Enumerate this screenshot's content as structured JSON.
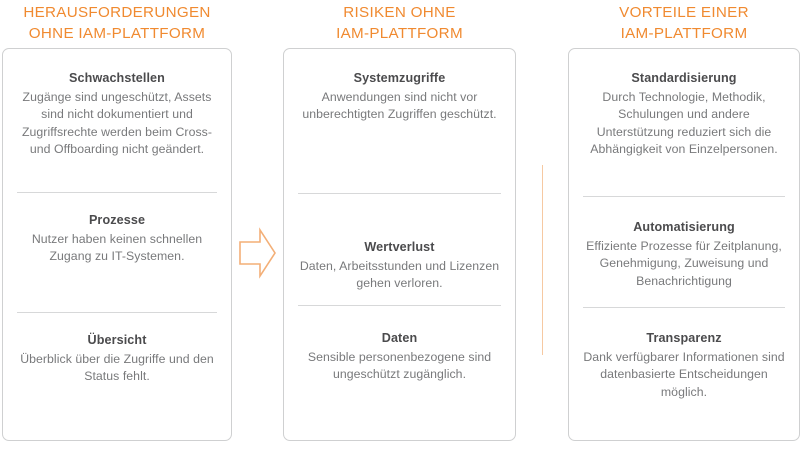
{
  "accent_color": "#F08A30",
  "connector_color": "#F6C9A2",
  "card_border_color": "#CFD0D1",
  "title_color": "#4B4B4D",
  "body_color": "#78797B",
  "columns": [
    {
      "id": "challenges",
      "heading_lines": [
        "HERAUSFORDERUNGEN",
        "OHNE IAM-PLATTFORM"
      ],
      "sections": [
        {
          "title": "Schwachstellen",
          "body": "Zugänge sind ungeschützt, Assets sind nicht dokumentiert und Zugriffsrechte werden beim Cross- und Offboarding nicht geändert."
        },
        {
          "title": "Prozesse",
          "body": "Nutzer haben keinen schnellen Zugang zu IT-Systemen."
        },
        {
          "title": "Übersicht",
          "body": "Überblick über die Zugriffe und den Status fehlt."
        }
      ]
    },
    {
      "id": "risks",
      "heading_lines": [
        "RISIKEN OHNE",
        "IAM-PLATTFORM"
      ],
      "sections": [
        {
          "title": "Systemzugriffe",
          "body": "Anwendungen sind nicht vor unberechtigten Zugriffen geschützt."
        },
        {
          "title": "Wertverlust",
          "body": "Daten, Arbeitsstunden und Lizenzen gehen verloren."
        },
        {
          "title": "Daten",
          "body": "Sensible personenbezogene sind ungeschützt zugänglich."
        }
      ]
    },
    {
      "id": "benefits",
      "heading_lines": [
        "VORTEILE EINER",
        "IAM-PLATTFORM"
      ],
      "sections": [
        {
          "title": "Standardisierung",
          "body": "Durch Technologie, Methodik, Schulungen und andere Unterstützung reduziert sich die Abhängigkeit von Einzelpersonen."
        },
        {
          "title": "Automatisierung",
          "body": "Effiziente Prozesse für Zeitplanung, Genehmigung, Zuweisung und Benachrichtigung"
        },
        {
          "title": "Transparenz",
          "body": "Dank verfügbarer Informationen sind datenbasierte Entscheidungen möglich."
        }
      ]
    }
  ],
  "connectors": {
    "arrow_icon": "arrow-right-outline-icon",
    "vertical_line": "vertical-connector-line"
  }
}
